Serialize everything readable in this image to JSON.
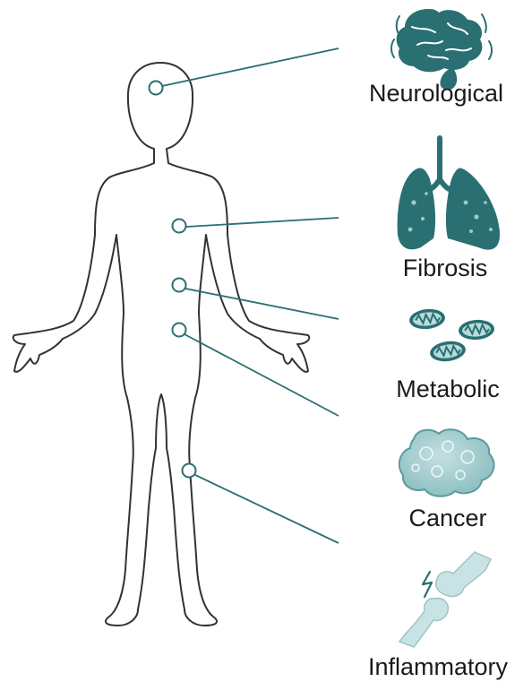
{
  "categories": [
    {
      "label": "Neurological",
      "icon": "brain-icon"
    },
    {
      "label": "Fibrosis",
      "icon": "lungs-icon"
    },
    {
      "label": "Metabolic",
      "icon": "mitochondria-icon"
    },
    {
      "label": "Cancer",
      "icon": "tumor-cell-icon"
    },
    {
      "label": "Inflammatory",
      "icon": "joint-icon"
    }
  ],
  "colors": {
    "accent": "#2a6f72",
    "accent_light": "#8fc4c6",
    "outline": "#333333",
    "joint": "#c9e3e4"
  }
}
